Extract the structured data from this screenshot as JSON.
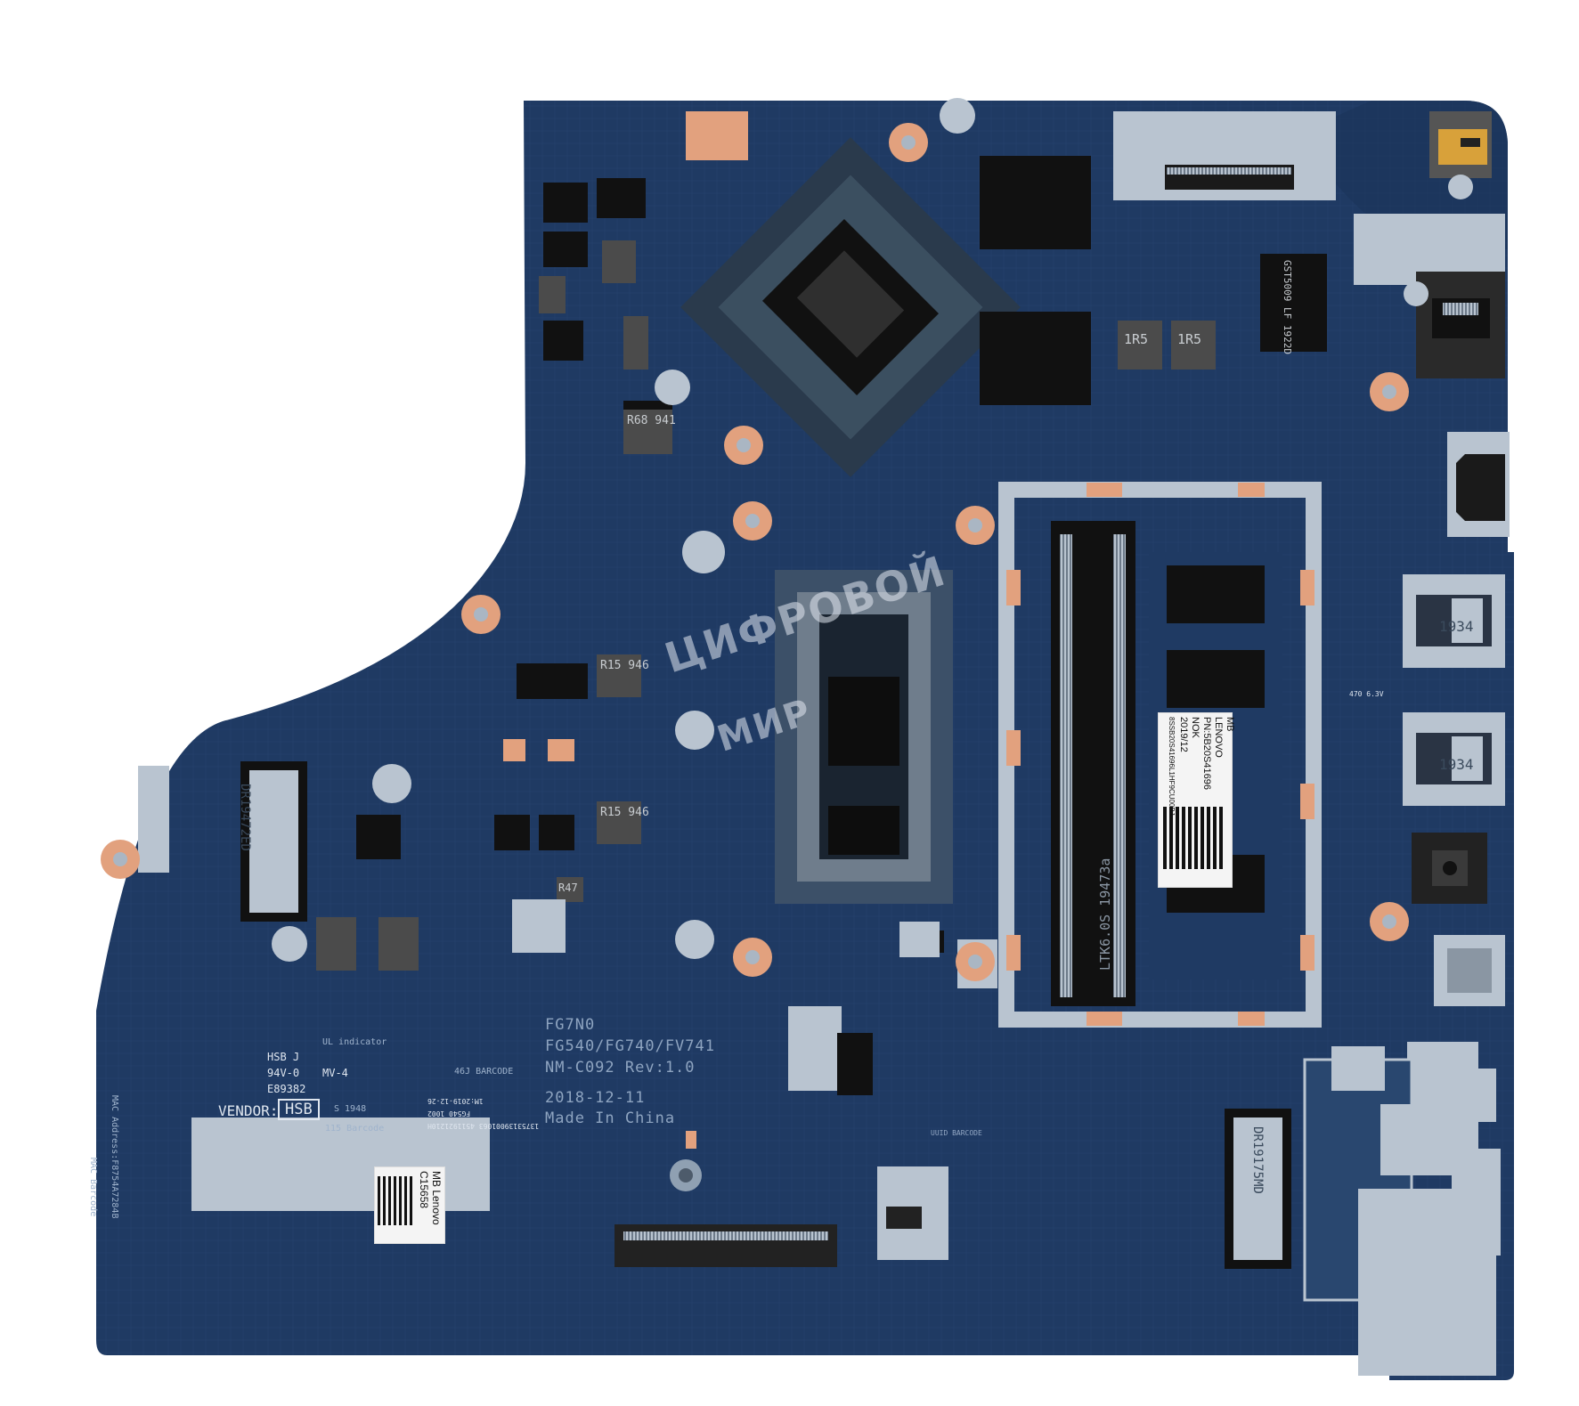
{
  "board": {
    "model_code": "FG7N0",
    "variants": "FG540/FG740/FV741",
    "revision": "NM-C092 Rev:1.0",
    "date": "2018-12-11",
    "origin": "Made In China"
  },
  "ul_block": {
    "title": "UL indicator",
    "line1": "HSB J",
    "line2": "94V-0",
    "line2b": "MV-4",
    "line3": "E89382",
    "vendor_label": "VENDOR:",
    "vendor_value": "HSB",
    "vendor_code": "S 1948",
    "barcode_115": "115 Barcode",
    "barcode_46j": "46J BARCODE"
  },
  "mac_label": "MAC Barcode",
  "mac_address": "MAC Address:F8754A7284B",
  "product_label": {
    "date": "1M:2019-12-26",
    "code": "FG540 1002",
    "serial": "13753139001063 4511921210H"
  },
  "ram_sticker": {
    "line1": "MB",
    "line2": "LENOVO",
    "line3": "PN:5B20S41696",
    "line4": "NOK",
    "line5": "2019/12",
    "line6": "8SSB20S41696L1HF9CU00BJ"
  },
  "bottom_sticker": {
    "line1": "MB Lenovo",
    "line2": "C15658"
  },
  "uuid_barcode": "UUID BARCODE",
  "watermark": {
    "line1": "ЦИФРОВОЙ",
    "line2": "МИР"
  },
  "chip_marks": {
    "dram": "DR19472ED",
    "ssd_slot": "DR19175MD",
    "usb1": "1934",
    "usb2": "1934",
    "lan": "GST5009 LF 1922D",
    "so_dimm": "LTK6.0S 19473a",
    "cap": "470 6.3V",
    "inductor_r15a": "R15 946",
    "inductor_r15b": "R15 946",
    "inductor_r68": "R68 941",
    "inductor_1r5a": "1R5",
    "inductor_1r5b": "1R5",
    "inductor_r47": "R47"
  },
  "colors": {
    "pcb": "#1f3a63",
    "pcb_dark": "#162c4d",
    "pad_copper": "#e2a17e",
    "metal": "#b9c4d0",
    "chip": "#1a1a1a"
  }
}
